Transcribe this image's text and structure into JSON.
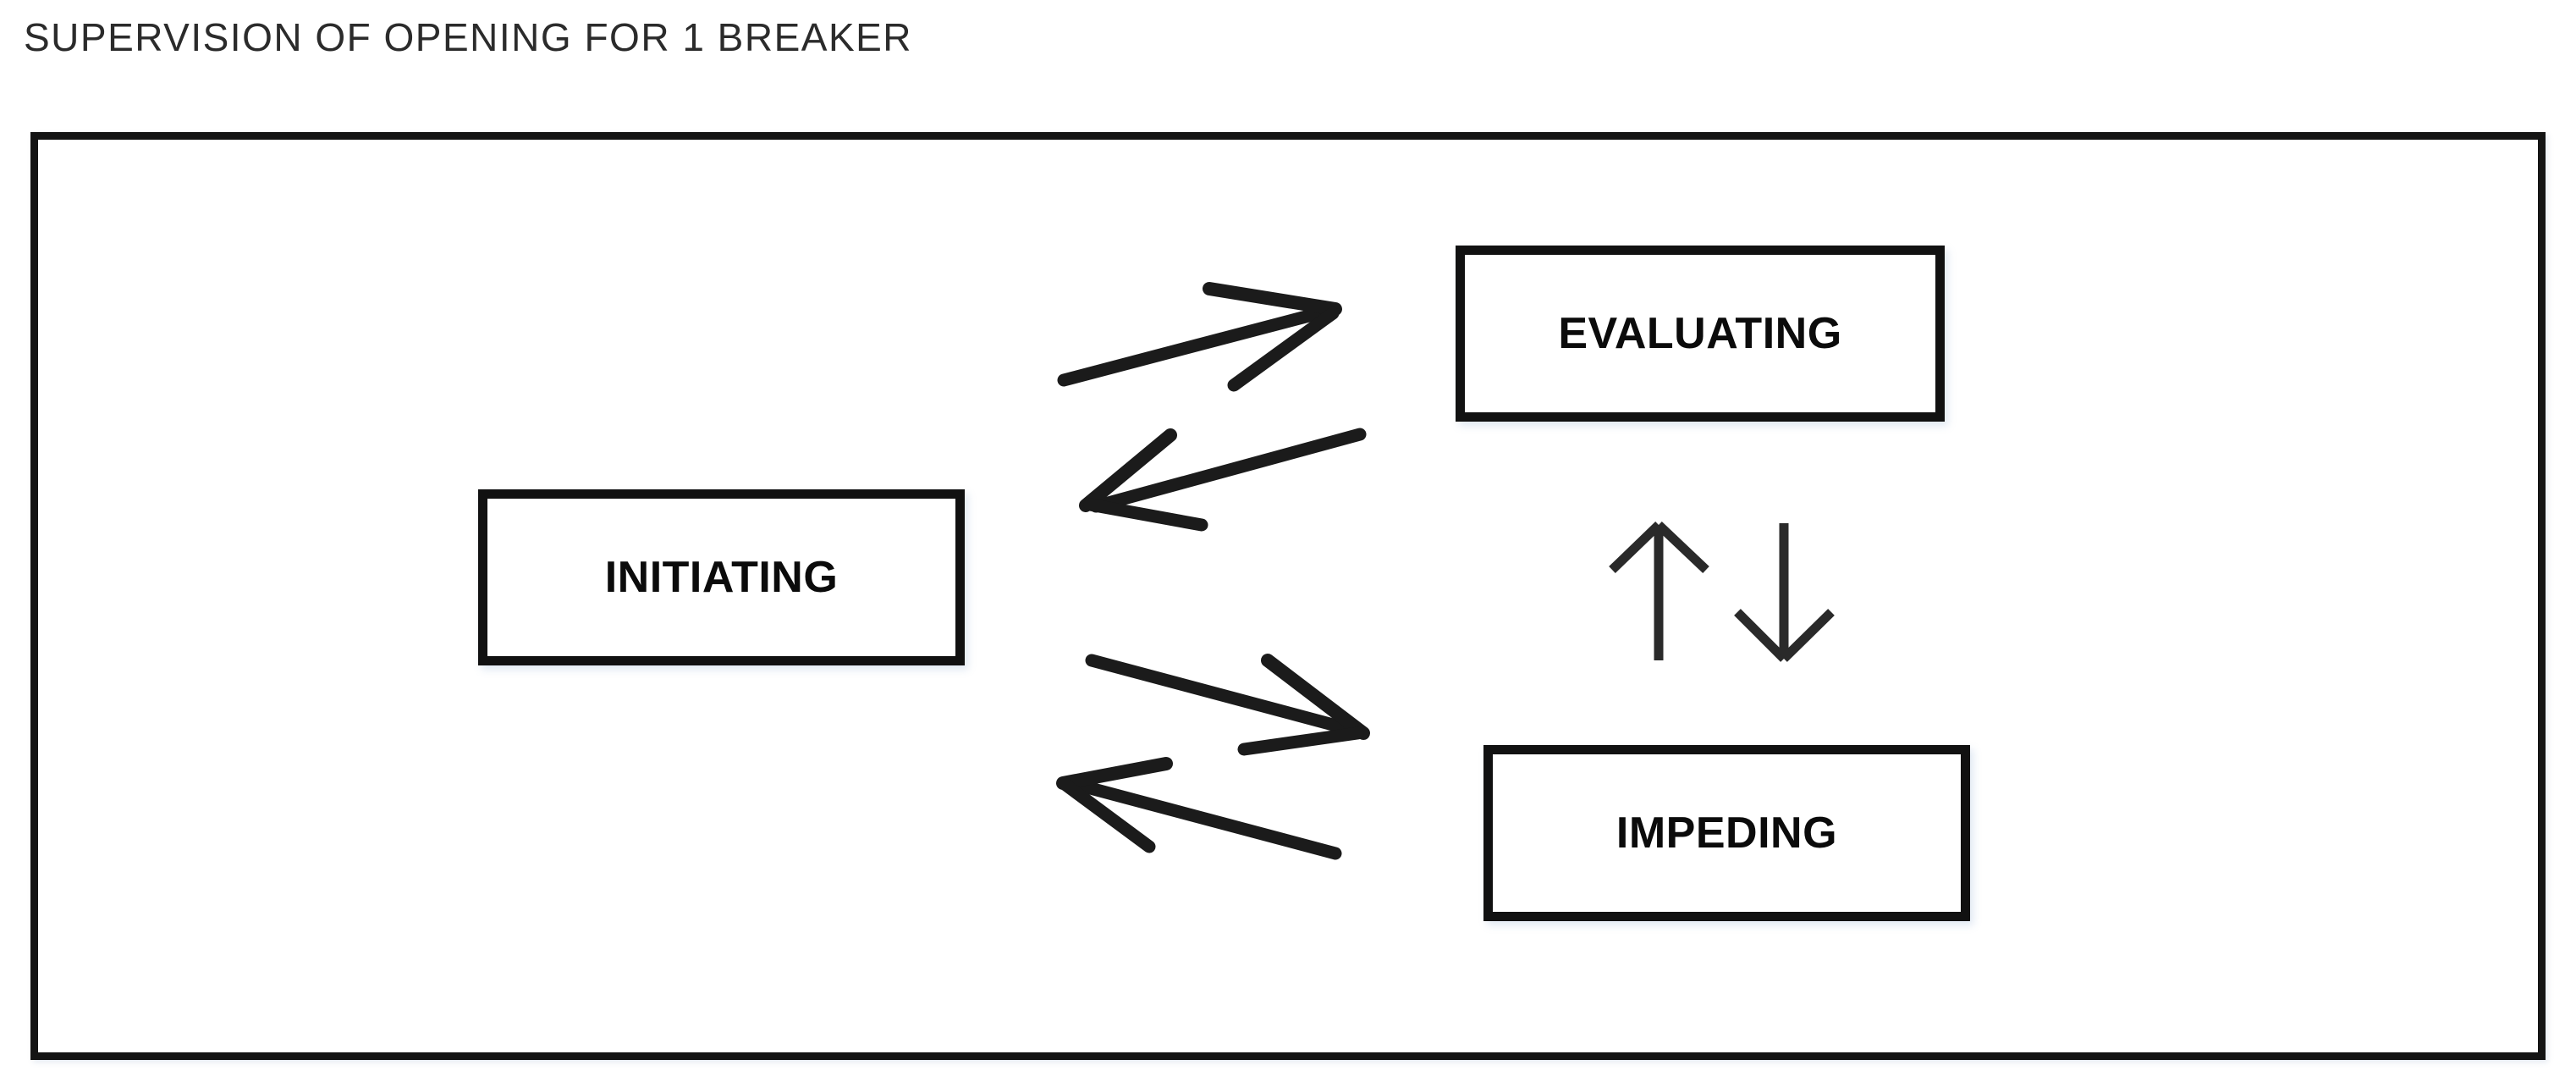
{
  "title": "SUPERVISION OF OPENING FOR 1 BREAKER",
  "frame": {
    "border_color": "#141414",
    "background": "#ffffff"
  },
  "boxes": [
    {
      "id": "initiating",
      "label": "INITIATING"
    },
    {
      "id": "evaluating",
      "label": "EVALUATING"
    },
    {
      "id": "impeding",
      "label": "IMPEDING"
    }
  ],
  "arrows": [
    {
      "id": "initiating-to-evaluating",
      "icon": "arrow-right-icon",
      "from": "INITIATING",
      "to": "EVALUATING",
      "direction": "right"
    },
    {
      "id": "evaluating-to-initiating",
      "icon": "arrow-left-icon",
      "from": "EVALUATING",
      "to": "INITIATING",
      "direction": "left"
    },
    {
      "id": "initiating-to-impeding",
      "icon": "arrow-right-icon",
      "from": "INITIATING",
      "to": "IMPEDING",
      "direction": "right"
    },
    {
      "id": "impeding-to-initiating",
      "icon": "arrow-left-icon",
      "from": "IMPEDING",
      "to": "INITIATING",
      "direction": "left"
    },
    {
      "id": "impeding-to-evaluating",
      "icon": "arrow-up-icon",
      "from": "IMPEDING",
      "to": "EVALUATING",
      "direction": "up"
    },
    {
      "id": "evaluating-to-impeding",
      "icon": "arrow-down-icon",
      "from": "EVALUATING",
      "to": "IMPEDING",
      "direction": "down"
    }
  ],
  "colors": {
    "text": "#0b0b0b",
    "title_text": "#2b2b2b",
    "stroke": "#1b1b1b",
    "background": "#ffffff"
  }
}
